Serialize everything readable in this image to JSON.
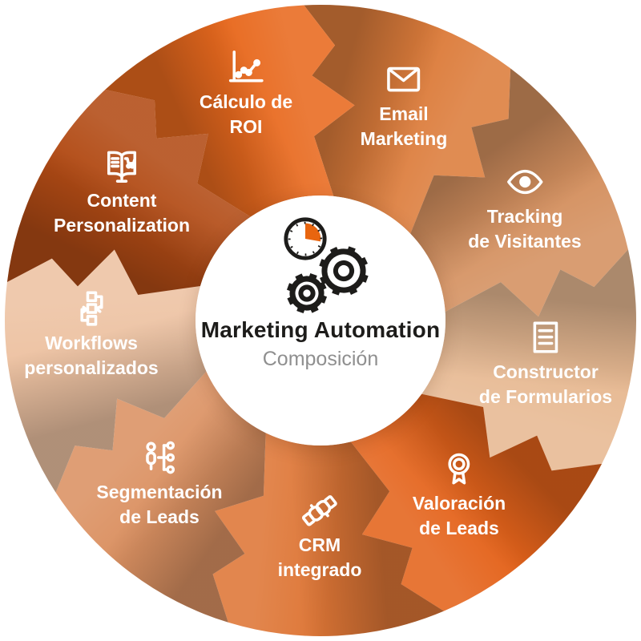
{
  "center": {
    "title": "Marketing Automation",
    "subtitle": "Composición",
    "icon": "clock-and-gears-icon",
    "accent_color": "#E8650F",
    "title_color": "#1D1C1A",
    "subtitle_color": "#8F8F8F"
  },
  "segments": [
    {
      "id": "email-marketing",
      "line1": "Email",
      "line2": "Marketing",
      "icon": "email-icon",
      "color": "#DC7C3B"
    },
    {
      "id": "tracking-de-visitantes",
      "line1": "Tracking",
      "line2": "de Visitantes",
      "icon": "eye-icon",
      "color": "#D4905F"
    },
    {
      "id": "constructor-formularios",
      "line1": "Constructor",
      "line2": "de Formularios",
      "icon": "form-icon",
      "color": "#E7B992"
    },
    {
      "id": "valoracion-de-leads",
      "line1": "Valoración",
      "line2": "de Leads",
      "icon": "award-icon",
      "color": "#E4631B"
    },
    {
      "id": "crm-integrado",
      "line1": "CRM",
      "line2": "integrado",
      "icon": "handshake-icon",
      "color": "#DE7636"
    },
    {
      "id": "segmentacion-de-leads",
      "line1": "Segmentación",
      "line2": "de Leads",
      "icon": "segmentation-icon",
      "color": "#DB9162"
    },
    {
      "id": "workflows-personalizados",
      "line1": "Workflows",
      "line2": "personalizados",
      "icon": "workflow-icon",
      "color": "#EDC2A2"
    },
    {
      "id": "content-personalization",
      "line1": "Content",
      "line2": "Personalization",
      "icon": "book-icon",
      "color": "#B24B15"
    },
    {
      "id": "calculo-de-roi",
      "line1": "Cálculo de",
      "line2": "ROI",
      "icon": "roi-chart-icon",
      "color": "#E8691E"
    }
  ]
}
